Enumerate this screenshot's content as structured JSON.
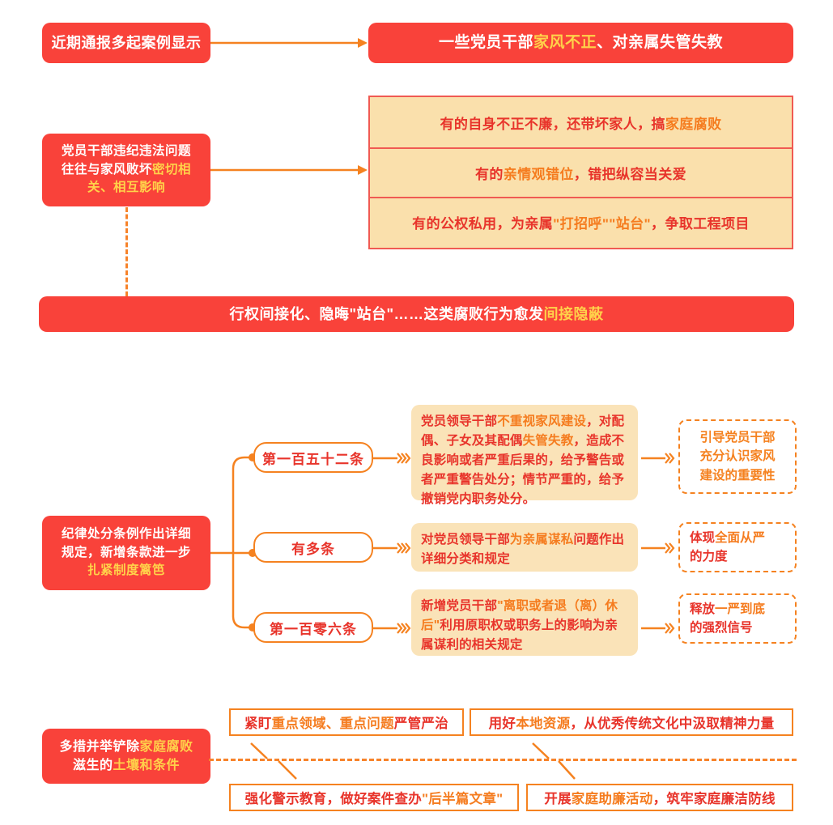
{
  "theme": {
    "red": "#f9423a",
    "orange": "#f58220",
    "yellow_highlight": "#ffd24a",
    "tan_panel": "#fae0ac",
    "tan_card": "#fae3b8",
    "text_red": "#e8342b"
  },
  "section1": {
    "source_label": "近期通报多起案例显示",
    "headline": {
      "pre": "一些党员干部",
      "highlight": "家风不正",
      "post": "、对亲属失管失教"
    }
  },
  "section2": {
    "cause_box": {
      "line1": "党员干部违纪违法问题",
      "line2_pre": "往往与家风败坏",
      "line2_hl": "密切相",
      "line3_hl": "关、相互影响"
    },
    "rows": [
      {
        "pre": "有的自身不正不廉，还带坏家人，搞",
        "hl": "家庭腐败",
        "post": ""
      },
      {
        "pre": "有的",
        "hl": "亲情观错位",
        "post": "，错把纵容当关爱"
      },
      {
        "pre": "有的公权私用，为亲属",
        "hl": "\"打招呼\"\"站台\"",
        "post": "，争取工程项目"
      }
    ],
    "banner": {
      "pre": "行权间接化、隐晦\"站台\"……这类腐败行为愈发",
      "highlight": "间接隐蔽"
    }
  },
  "section3": {
    "title_box": {
      "line1": "纪律处分条例作出详细",
      "line2": "规定，新增条款进一步",
      "line3_hl": "扎紧制度篱笆"
    },
    "branches": [
      {
        "pill": "第一百五十二条",
        "detail": {
          "p1": "党员领导干部",
          "h1": "不重视家风建设",
          "p2": "，对配偶、子女及其配偶",
          "h2": "失管失教",
          "p3": "，造成不良影响或者严重后果的，给予警告或者严重警告处分；情节严重的，给予撤销党内职务处分。"
        },
        "note": {
          "l1": "引导党员干部",
          "l2": "充分认识家风",
          "l3": "建设的重要性",
          "color": "orange"
        }
      },
      {
        "pill": "有多条",
        "detail": {
          "p1": "对党员领导干部",
          "h1": "为亲属谋私",
          "p2": "问题作出详细分类和规定",
          "h2": "",
          "p3": ""
        },
        "note": {
          "l1_pre": "体现",
          "l1_hl": "全面从严",
          "l2": "的力度",
          "color": "mixed"
        }
      },
      {
        "pill": "第一百零六条",
        "detail": {
          "p1": "新增党员干部",
          "h1": "\"离职或者退（离）休后\"",
          "p2": "利用原职权或职务上的影响为亲属谋利的相关规定",
          "h2": "",
          "p3": ""
        },
        "note": {
          "l1_pre": "释放",
          "l1_hl": "一严到底",
          "l2": "的强烈信号",
          "color": "mixed"
        }
      }
    ]
  },
  "section4": {
    "title_box": {
      "line1_pre": "多措并举铲除",
      "line1_hl": "家庭腐败",
      "line2_pre": "滋生的",
      "line2_hl": "土壤和条件"
    },
    "measures": [
      {
        "pre": "紧盯",
        "hl": "重点领域、重点问题",
        "post": "严管严治"
      },
      {
        "pre": "用好",
        "hl": "本地资源",
        "post": "，从优秀传统文化中汲取精神力量"
      },
      {
        "pre": "强化警示教育，做好案件查办",
        "hl": "\"后半篇文章\"",
        "post": ""
      },
      {
        "pre": "开展",
        "hl": "家庭助廉活动",
        "post": "，筑牢家庭廉洁防线"
      }
    ]
  }
}
